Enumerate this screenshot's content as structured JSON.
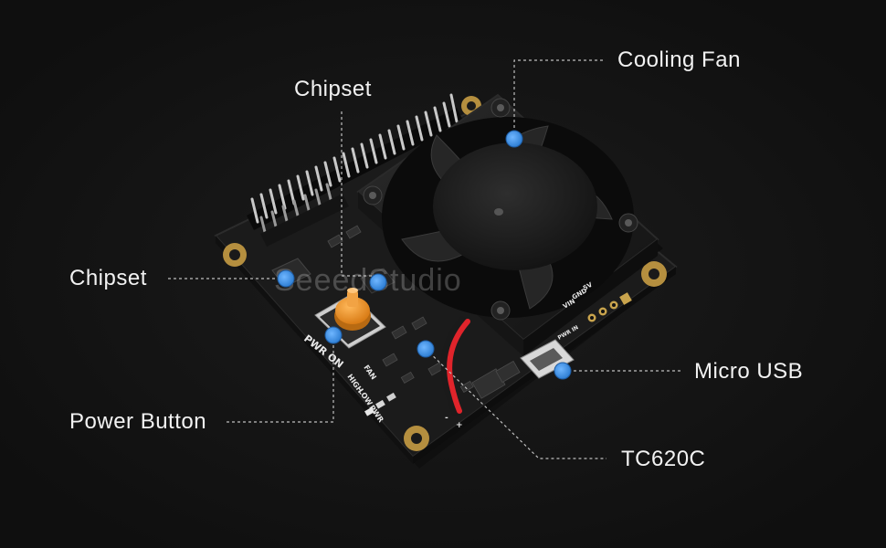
{
  "product": {
    "watermark": "SeeedStudio",
    "board_marks": {
      "pwr_on": "PWR ON",
      "fan": "FAN",
      "high": "HIGH",
      "low": "LOW",
      "pwr": "PWR",
      "pins": [
        "5V",
        "GND",
        "VIN"
      ],
      "usb_in": "PWR IN",
      "wire_pos": "+",
      "wire_neg": "-"
    }
  },
  "callouts": {
    "cooling_fan": "Cooling Fan",
    "chipset_top": "Chipset",
    "chipset_left": "Chipset",
    "power_button": "Power Button",
    "micro_usb": "Micro USB",
    "tc620c": "TC620C"
  },
  "colors": {
    "background": "#121212",
    "board": "#1b1b1b",
    "marker": "#3b8fe0",
    "leader": "#bfbfbf",
    "button_cap": "#f29a2e",
    "gold": "#c9a44d"
  }
}
